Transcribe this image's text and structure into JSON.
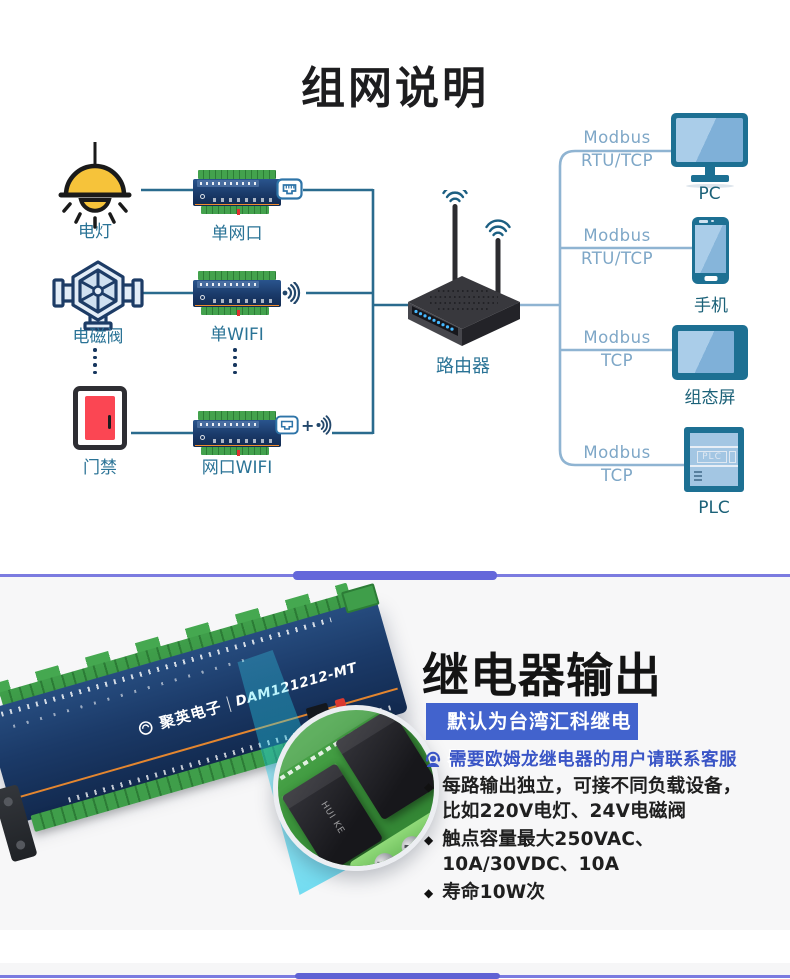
{
  "network": {
    "title": "组网说明",
    "field_devices": [
      {
        "label": "电灯"
      },
      {
        "label": "电磁阀"
      },
      {
        "label": "门禁"
      }
    ],
    "modules": [
      {
        "label": "单网口"
      },
      {
        "label": "单WIFI"
      },
      {
        "label": "网口WIFI"
      }
    ],
    "wifi_plus": "+",
    "router_label": "路由器",
    "branches": [
      {
        "proto1": "Modbus",
        "proto2": "RTU/TCP",
        "device": "PC"
      },
      {
        "proto1": "Modbus",
        "proto2": "RTU/TCP",
        "device": "手机"
      },
      {
        "proto1": "Modbus",
        "proto2": "TCP",
        "device": "组态屏"
      },
      {
        "proto1": "Modbus",
        "proto2": "TCP",
        "device": "PLC",
        "plc_screen_text": "PLC"
      }
    ]
  },
  "relay": {
    "title": "继电器输出",
    "badge": "默认为台湾汇科继电器",
    "note": "需要欧姆龙继电器的用户请联系客服",
    "bullet_glyph": "◆",
    "bullets": [
      {
        "line1": "每路输出独立，可接不同负载设备，",
        "line2": "比如220V电灯、24V电磁阀"
      },
      {
        "line1": "触点容量最大250VAC、10A/30VDC、10A"
      },
      {
        "line1": "寿命10W次"
      }
    ],
    "product": {
      "brand": "聚英电子",
      "model": "DAM121212-MT",
      "relay_text": "HUI KE"
    },
    "colors": {
      "badge_bg": "#4263cd",
      "note_text": "#3a55c6",
      "divider": "#7b7be0",
      "accent_orange": "#ef8b2d"
    }
  }
}
